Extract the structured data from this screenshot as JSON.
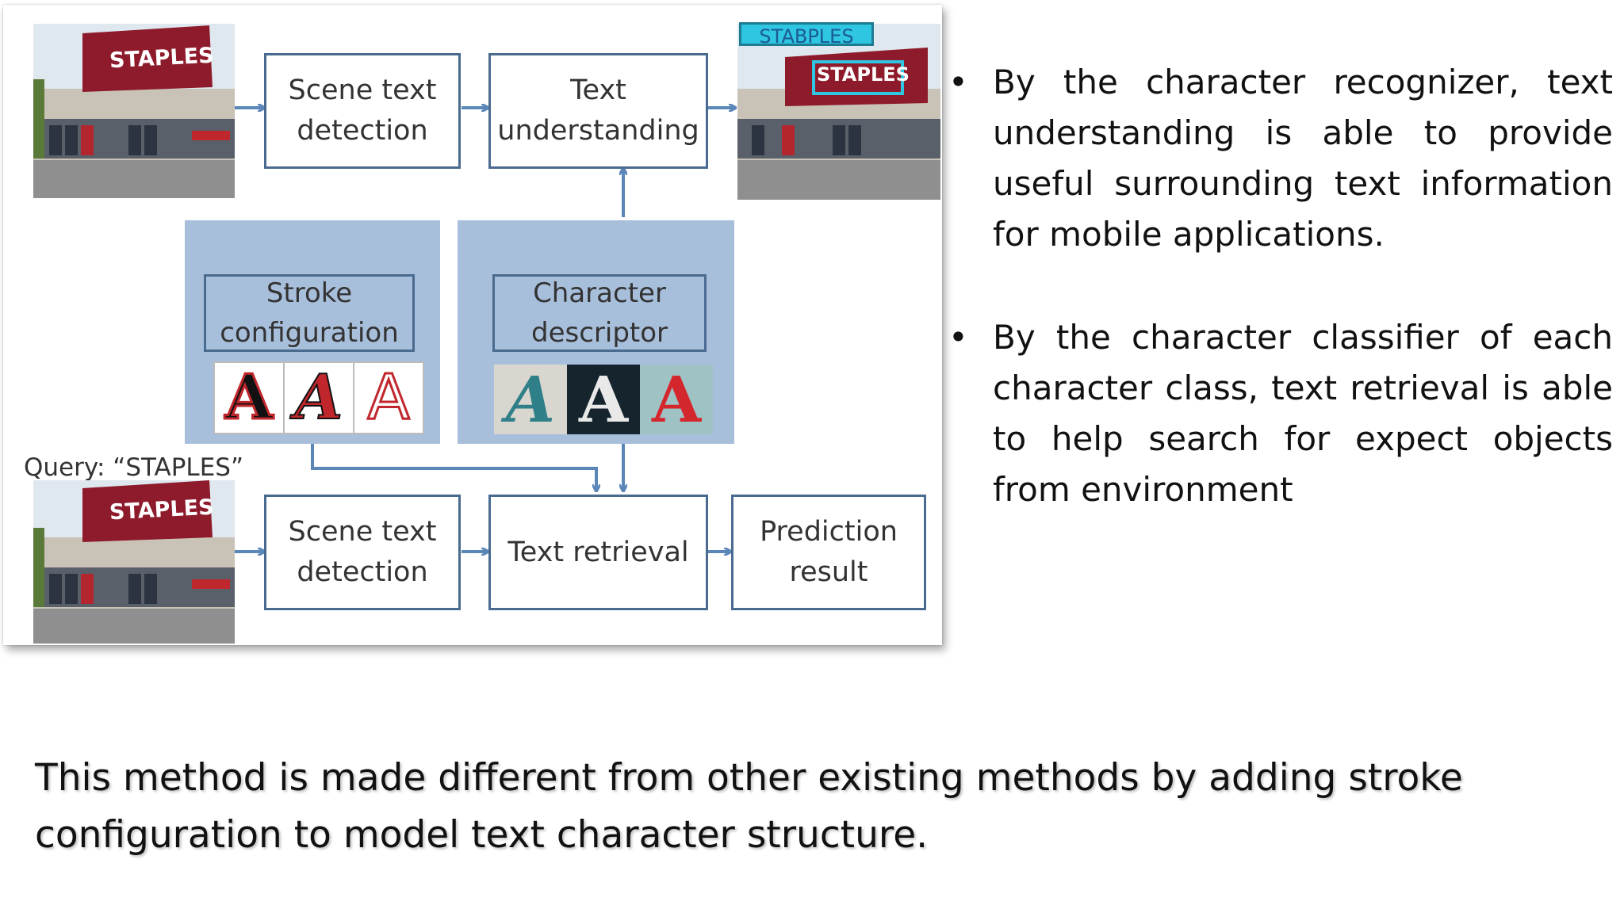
{
  "diagram": {
    "nodes": {
      "scene_text_detection_top": "Scene text detection",
      "text_understanding": "Text understanding",
      "stroke_configuration": "Stroke configuration",
      "character_descriptor": "Character descriptor",
      "scene_text_detection_bottom": "Scene text detection",
      "text_retrieval": "Text retrieval",
      "prediction_result": "Prediction result"
    },
    "photos": {
      "store_sign": "STAPLES",
      "detected_label": "STABPLES"
    },
    "query_label": "Query: “STAPLES”",
    "glyph_letter": "A",
    "colors": {
      "line": "#4a6b90",
      "panel": "#a8bfdc",
      "arrow": "#5b86b8",
      "sign": "#8e1b2c",
      "detect": "#2ec6e0"
    }
  },
  "bullets": [
    "By the character recognizer, text understanding is able to provide useful surrounding text information for mobile applications.",
    "By the character classifier of each character class, text retrieval is able to help search for expect objects from environment"
  ],
  "bullet_symbol": "•",
  "caption": "This method is made different from other existing methods by adding stroke configuration to model text character structure."
}
